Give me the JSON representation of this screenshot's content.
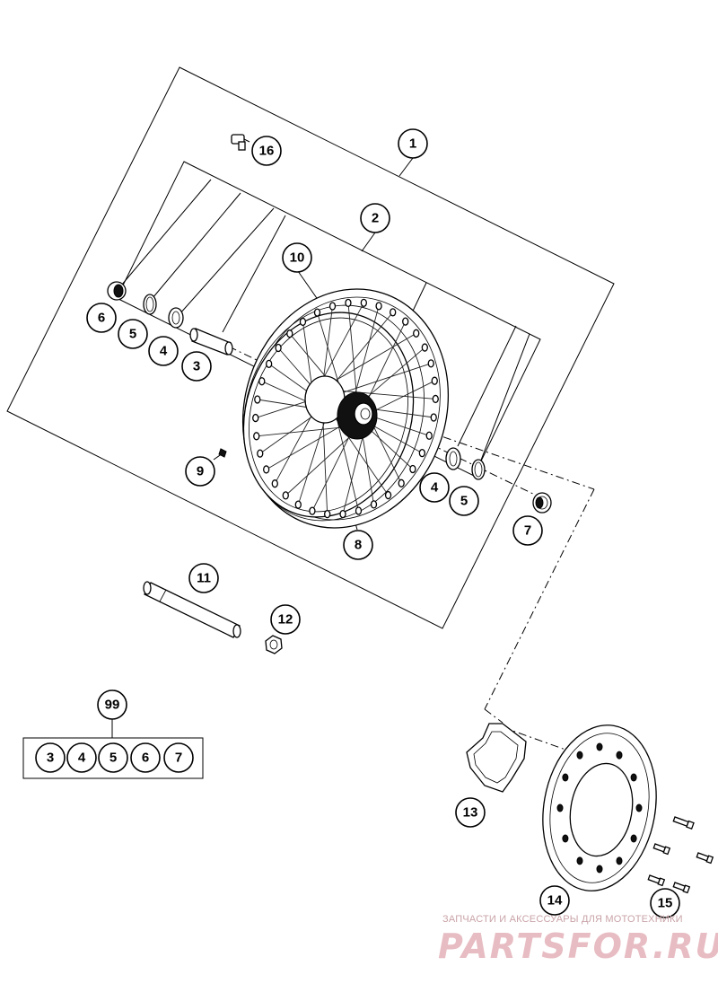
{
  "callouts": {
    "c1": "1",
    "c2": "2",
    "c3": "3",
    "c4a": "4",
    "c4b": "4",
    "c5a": "5",
    "c5b": "5",
    "c6": "6",
    "c7": "7",
    "c8": "8",
    "c9": "9",
    "c10": "10",
    "c11": "11",
    "c12": "12",
    "c13": "13",
    "c14": "14",
    "c15": "15",
    "c16": "16",
    "c99": "99"
  },
  "kit_99": [
    "3",
    "4",
    "5",
    "6",
    "7"
  ],
  "watermark": {
    "subtitle": "ЗАПЧАСТИ И АКСЕССУАРЫ ДЛЯ МОТОТЕХНИКИ",
    "logo": "PARTSFOR.RU"
  }
}
